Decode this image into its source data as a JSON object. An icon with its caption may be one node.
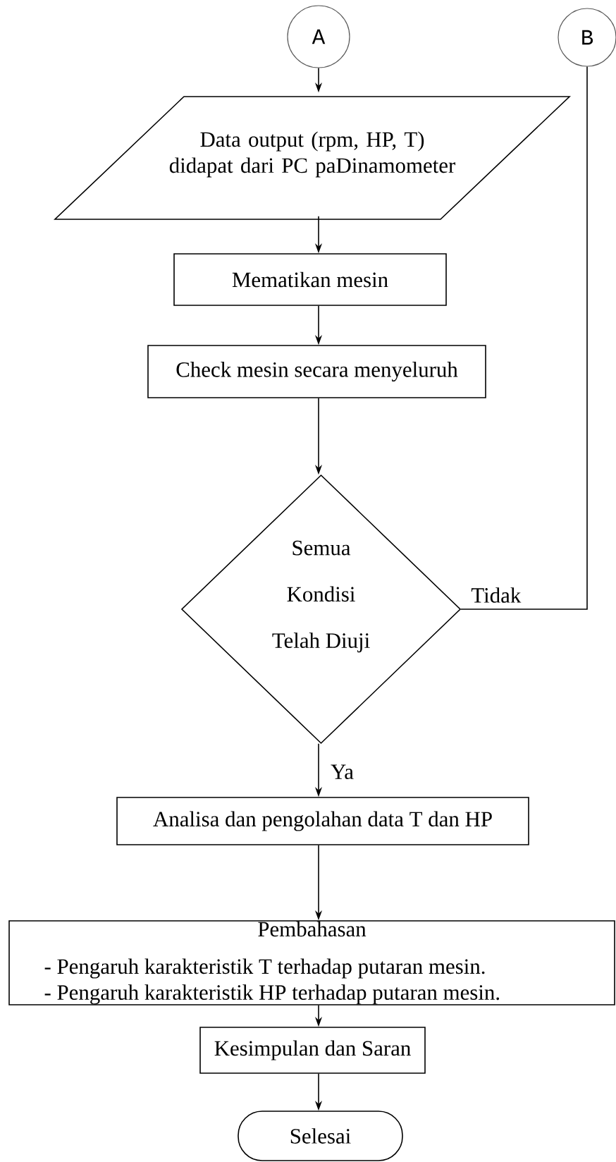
{
  "diagram": {
    "nodes": [
      {
        "text": [
          "A"
        ]
      },
      {
        "text": [
          "B"
        ]
      },
      {
        "text": [
          "Data output (rpm, HP, T) didapat dari PC paDinamometer"
        ]
      },
      {
        "text": [
          "Mematikan mesin"
        ]
      },
      {
        "text": [
          "Check mesin secara menyeluruh"
        ]
      },
      {
        "text": [
          "Semua Kondisi Telah Diuji"
        ]
      },
      {
        "text": [
          "Analisa dan pengolahan data T dan HP"
        ]
      },
      {
        "text": [
          "Pembahasan",
          "- Pengaruh karakteristik T terhadap putaran mesin.",
          "- Pengaruh karakteristik HP terhadap putaran mesin."
        ]
      },
      {
        "text": [
          "Kesimpulan dan Saran"
        ]
      },
      {
        "text": [
          "Selesai"
        ]
      }
    ],
    "edges": [
      {
        "from": 0,
        "to": 2,
        "arrow": "to"
      },
      {
        "from": 2,
        "to": 3,
        "arrow": "to"
      },
      {
        "from": 3,
        "to": 4,
        "arrow": "to"
      },
      {
        "from": 4,
        "to": 5,
        "arrow": "to"
      },
      {
        "from": 5,
        "to": 6,
        "arrow": "to",
        "label": "Ya"
      },
      {
        "from": 5,
        "to": 1,
        "arrow": "none",
        "label": "Tidak"
      },
      {
        "from": 6,
        "to": 7,
        "arrow": "to"
      },
      {
        "from": 7,
        "to": 8,
        "arrow": "to"
      },
      {
        "from": 8,
        "to": 9,
        "arrow": "to"
      }
    ]
  }
}
